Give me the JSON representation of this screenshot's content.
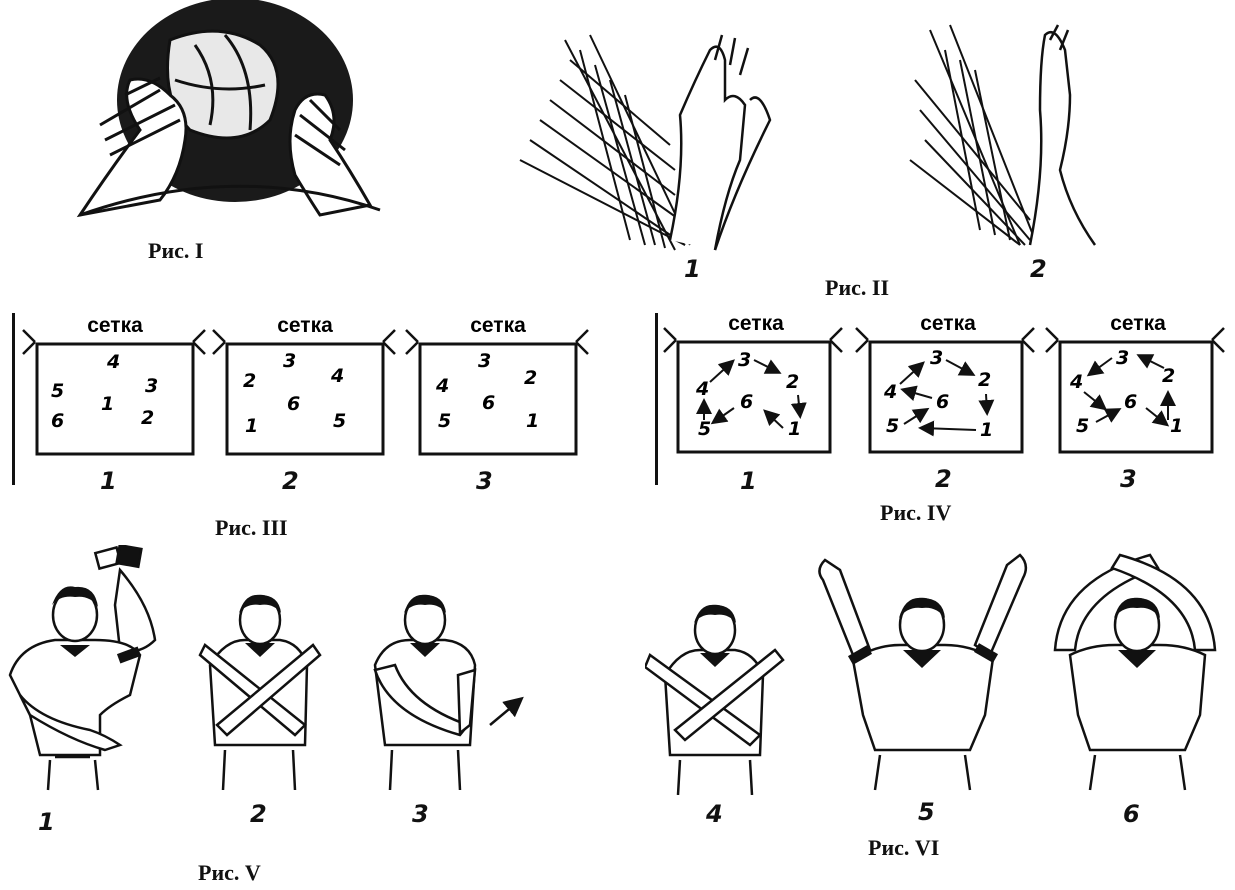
{
  "figures": {
    "fig1": {
      "caption": "Рис. I"
    },
    "fig2": {
      "caption": "Рис. II",
      "parts": [
        "1",
        "2"
      ]
    },
    "fig3": {
      "caption": "Рис. III",
      "net_label": "сетка",
      "courts": [
        {
          "number": "1",
          "positions": [
            "4",
            "5",
            "3",
            "1",
            "6",
            "2"
          ]
        },
        {
          "number": "2",
          "positions": [
            "3",
            "2",
            "4",
            "6",
            "1",
            "5"
          ]
        },
        {
          "number": "3",
          "positions": [
            "3",
            "4",
            "2",
            "6",
            "5",
            "1"
          ]
        }
      ]
    },
    "fig4": {
      "caption": "Рис. IV",
      "net_label": "сетка",
      "courts": [
        {
          "number": "1",
          "positions": [
            "3",
            "4",
            "2",
            "6",
            "5",
            "1"
          ]
        },
        {
          "number": "2",
          "positions": [
            "3",
            "4",
            "2",
            "6",
            "5",
            "1"
          ]
        },
        {
          "number": "3",
          "positions": [
            "3",
            "4",
            "2",
            "6",
            "5",
            "1"
          ]
        }
      ]
    },
    "fig5": {
      "caption": "Рис. V",
      "parts": [
        "1",
        "2",
        "3"
      ]
    },
    "fig6": {
      "caption": "Рис. VI",
      "parts": [
        "4",
        "5",
        "6"
      ]
    }
  }
}
